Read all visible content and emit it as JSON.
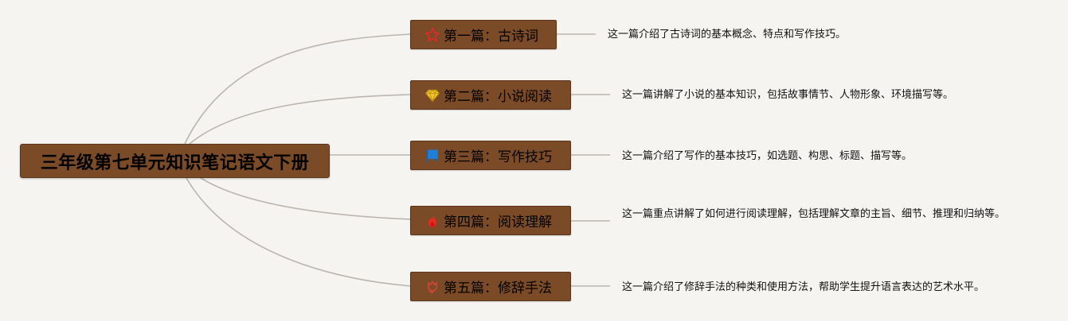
{
  "root": {
    "title": "三年级第七单元知识笔记语文下册"
  },
  "branches": [
    {
      "label": "第一篇：古诗词",
      "icon": "star-outline-icon",
      "icon_color": "#e02a2a",
      "description": "这一篇介绍了古诗词的基本概念、特点和写作技巧。"
    },
    {
      "label": "第二篇：小说阅读",
      "icon": "diamond-icon",
      "icon_color": "#f2c62d",
      "description": "这一篇讲解了小说的基本知识，包括故事情节、人物形象、环境描写等。"
    },
    {
      "label": "第三篇：写作技巧",
      "icon": "flag-icon",
      "icon_color": "#1f7fd8",
      "description": "这一篇介绍了写作的基本技巧，如选题、构思、标题、描写等。"
    },
    {
      "label": "第四篇：阅读理解",
      "icon": "fire-icon",
      "icon_color": "#e8281f",
      "description": "这一篇重点讲解了如何进行阅读理解，包括理解文章的主旨、细节、推理和归纳等。"
    },
    {
      "label": "第五篇：修辞手法",
      "icon": "tulip-icon",
      "icon_color": "#e0453a",
      "description": "这一篇介绍了修辞手法的种类和使用方法，帮助学生提升语言表达的艺术水平。"
    }
  ],
  "colors": {
    "node_fill": "#7b4b28",
    "connector": "#bbb5b0",
    "background": "#f6f4f1"
  }
}
